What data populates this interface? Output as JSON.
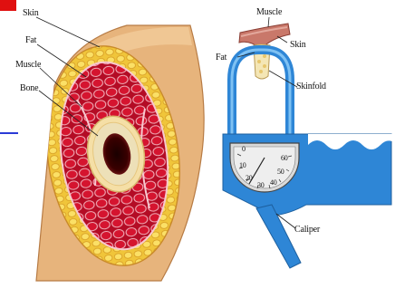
{
  "cross_section": {
    "labels": {
      "skin": "Skin",
      "fat": "Fat",
      "muscle": "Muscle",
      "bone": "Bone"
    }
  },
  "caliper_diagram": {
    "labels": {
      "muscle": "Muscle",
      "skin": "Skin",
      "fat": "Fat",
      "skinfold": "Skinfold",
      "caliper": "Caliper"
    },
    "dial_numbers": [
      "0",
      "10",
      "20",
      "30",
      "40",
      "50",
      "60"
    ]
  },
  "colors": {
    "marker_red": "#e01010",
    "accent_blue": "#2b3bd6",
    "skin_tan": "#e8b982",
    "fat_yellow": "#f3cf3c",
    "muscle_red": "#c8102e",
    "bone_cream": "#f6e3b0",
    "caliper_blue": "#2e86d6"
  }
}
